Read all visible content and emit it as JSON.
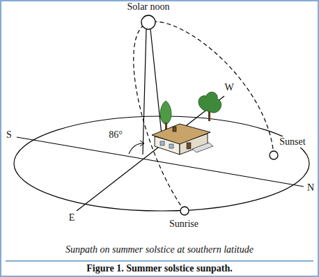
{
  "diagram": {
    "caption": "Figure 1.  Summer solstice sunpath.",
    "labels": [
      "Solar noon",
      "86°",
      "S",
      "W",
      "Sunset",
      "N",
      "E",
      "Sunrise",
      "Sunpath on summer solstice at southern latitude"
    ]
  }
}
